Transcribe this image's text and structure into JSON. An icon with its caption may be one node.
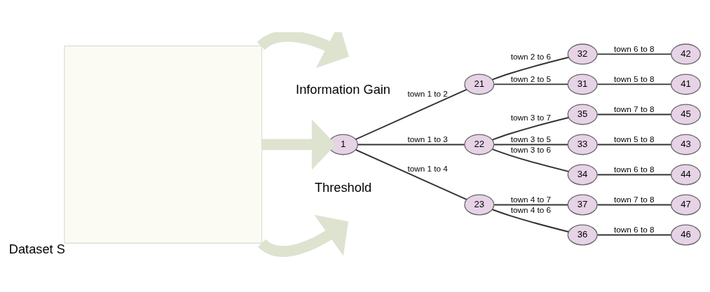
{
  "diagram": {
    "nodes": [
      {
        "text": [],
        "shape": "box",
        "beside": [
          "Dataset S"
        ]
      },
      {
        "text": [
          "1"
        ]
      },
      {
        "text": [
          "21"
        ]
      },
      {
        "text": [
          "22"
        ]
      },
      {
        "text": [
          "23"
        ]
      },
      {
        "text": [
          "31"
        ]
      },
      {
        "text": [
          "32"
        ]
      },
      {
        "text": [
          "33"
        ]
      },
      {
        "text": [
          "34"
        ]
      },
      {
        "text": [
          "35"
        ]
      },
      {
        "text": [
          "36"
        ]
      },
      {
        "text": [
          "37"
        ]
      },
      {
        "text": [
          "41"
        ]
      },
      {
        "text": [
          "42"
        ]
      },
      {
        "text": [
          "43"
        ]
      },
      {
        "text": [
          "44"
        ]
      },
      {
        "text": [
          "45"
        ]
      },
      {
        "text": [
          "46"
        ]
      },
      {
        "text": [
          "47"
        ]
      }
    ],
    "edges": [
      {
        "from": 0,
        "to": null,
        "arrow": "to",
        "style": "thick",
        "color": "#dde3cf"
      },
      {
        "from": 0,
        "to": 1,
        "arrow": "to",
        "style": "thick",
        "color": "#dde3cf"
      },
      {
        "from": 0,
        "to": null,
        "arrow": "to",
        "style": "thick",
        "color": "#dde3cf"
      },
      {
        "from": 1,
        "to": 2,
        "arrow": "none",
        "label": "town 1 to 2"
      },
      {
        "from": 1,
        "to": 3,
        "arrow": "none",
        "label": "town 1 to 3"
      },
      {
        "from": 1,
        "to": 4,
        "arrow": "none",
        "label": "town 1 to 4"
      },
      {
        "from": 2,
        "to": 5,
        "arrow": "none",
        "label": "town 2 to 5"
      },
      {
        "from": 2,
        "to": 6,
        "arrow": "none",
        "label": "town 2 to 6"
      },
      {
        "from": 3,
        "to": 7,
        "arrow": "none",
        "label": "town 3 to 5"
      },
      {
        "from": 3,
        "to": 8,
        "arrow": "none",
        "label": "town 3 to 6"
      },
      {
        "from": 3,
        "to": 9,
        "arrow": "none",
        "label": "town 3 to 7"
      },
      {
        "from": 4,
        "to": 10,
        "arrow": "none",
        "label": "town 4 to 6"
      },
      {
        "from": 4,
        "to": 11,
        "arrow": "none",
        "label": "town 4 to 7"
      },
      {
        "from": 5,
        "to": 12,
        "arrow": "none",
        "label": "town 5 to 8"
      },
      {
        "from": 6,
        "to": 13,
        "arrow": "none",
        "label": "town 6 to 8"
      },
      {
        "from": 7,
        "to": 14,
        "arrow": "none",
        "label": "town 5 to 8"
      },
      {
        "from": 8,
        "to": 15,
        "arrow": "none",
        "label": "town 6 to 8"
      },
      {
        "from": 9,
        "to": 16,
        "arrow": "none",
        "label": "town 7 to 8"
      },
      {
        "from": 10,
        "to": 17,
        "arrow": "none",
        "label": "town 6 to 8"
      },
      {
        "from": 11,
        "to": 18,
        "arrow": "none",
        "label": "town 7 to 8"
      }
    ],
    "labels": [
      "Information Gain",
      "Threshold"
    ]
  }
}
